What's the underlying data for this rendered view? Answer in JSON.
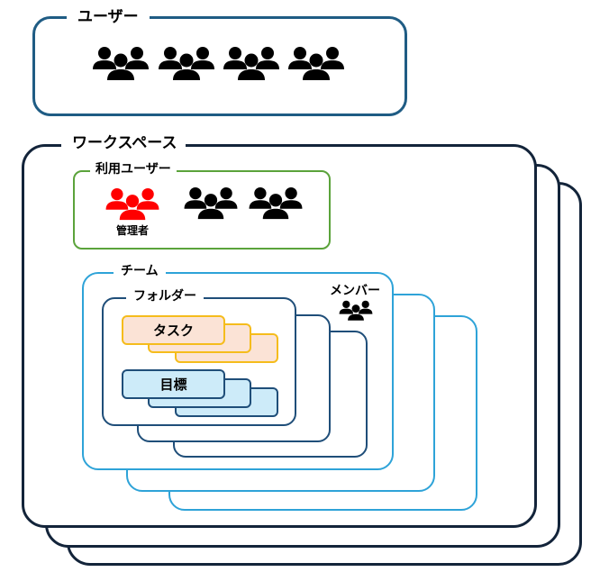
{
  "users_panel": {
    "title": "ユーザー",
    "group_count": 4
  },
  "workspace": {
    "title": "ワークスペース"
  },
  "workspace_users": {
    "title": "利用ユーザー",
    "admin_label": "管理者"
  },
  "team": {
    "title": "チーム",
    "members_label": "メンバー"
  },
  "folder": {
    "title": "フォルダー"
  },
  "task": {
    "label": "タスク"
  },
  "goal": {
    "label": "目標"
  },
  "colors": {
    "users_border": "#1f5c84",
    "workspace_border": "#13243a",
    "workspace_users_border": "#5ba33b",
    "team_border": "#2ea3d8",
    "folder_border": "#1f4e79",
    "task_fill": "#fbe3d6",
    "task_border": "#f5bc1c",
    "goal_fill": "#cdebf9",
    "goal_border": "#1f4e79",
    "admin_icon": "#ff0000",
    "user_icon": "#000000"
  },
  "icons": {
    "user_group": "people-group-icon"
  }
}
